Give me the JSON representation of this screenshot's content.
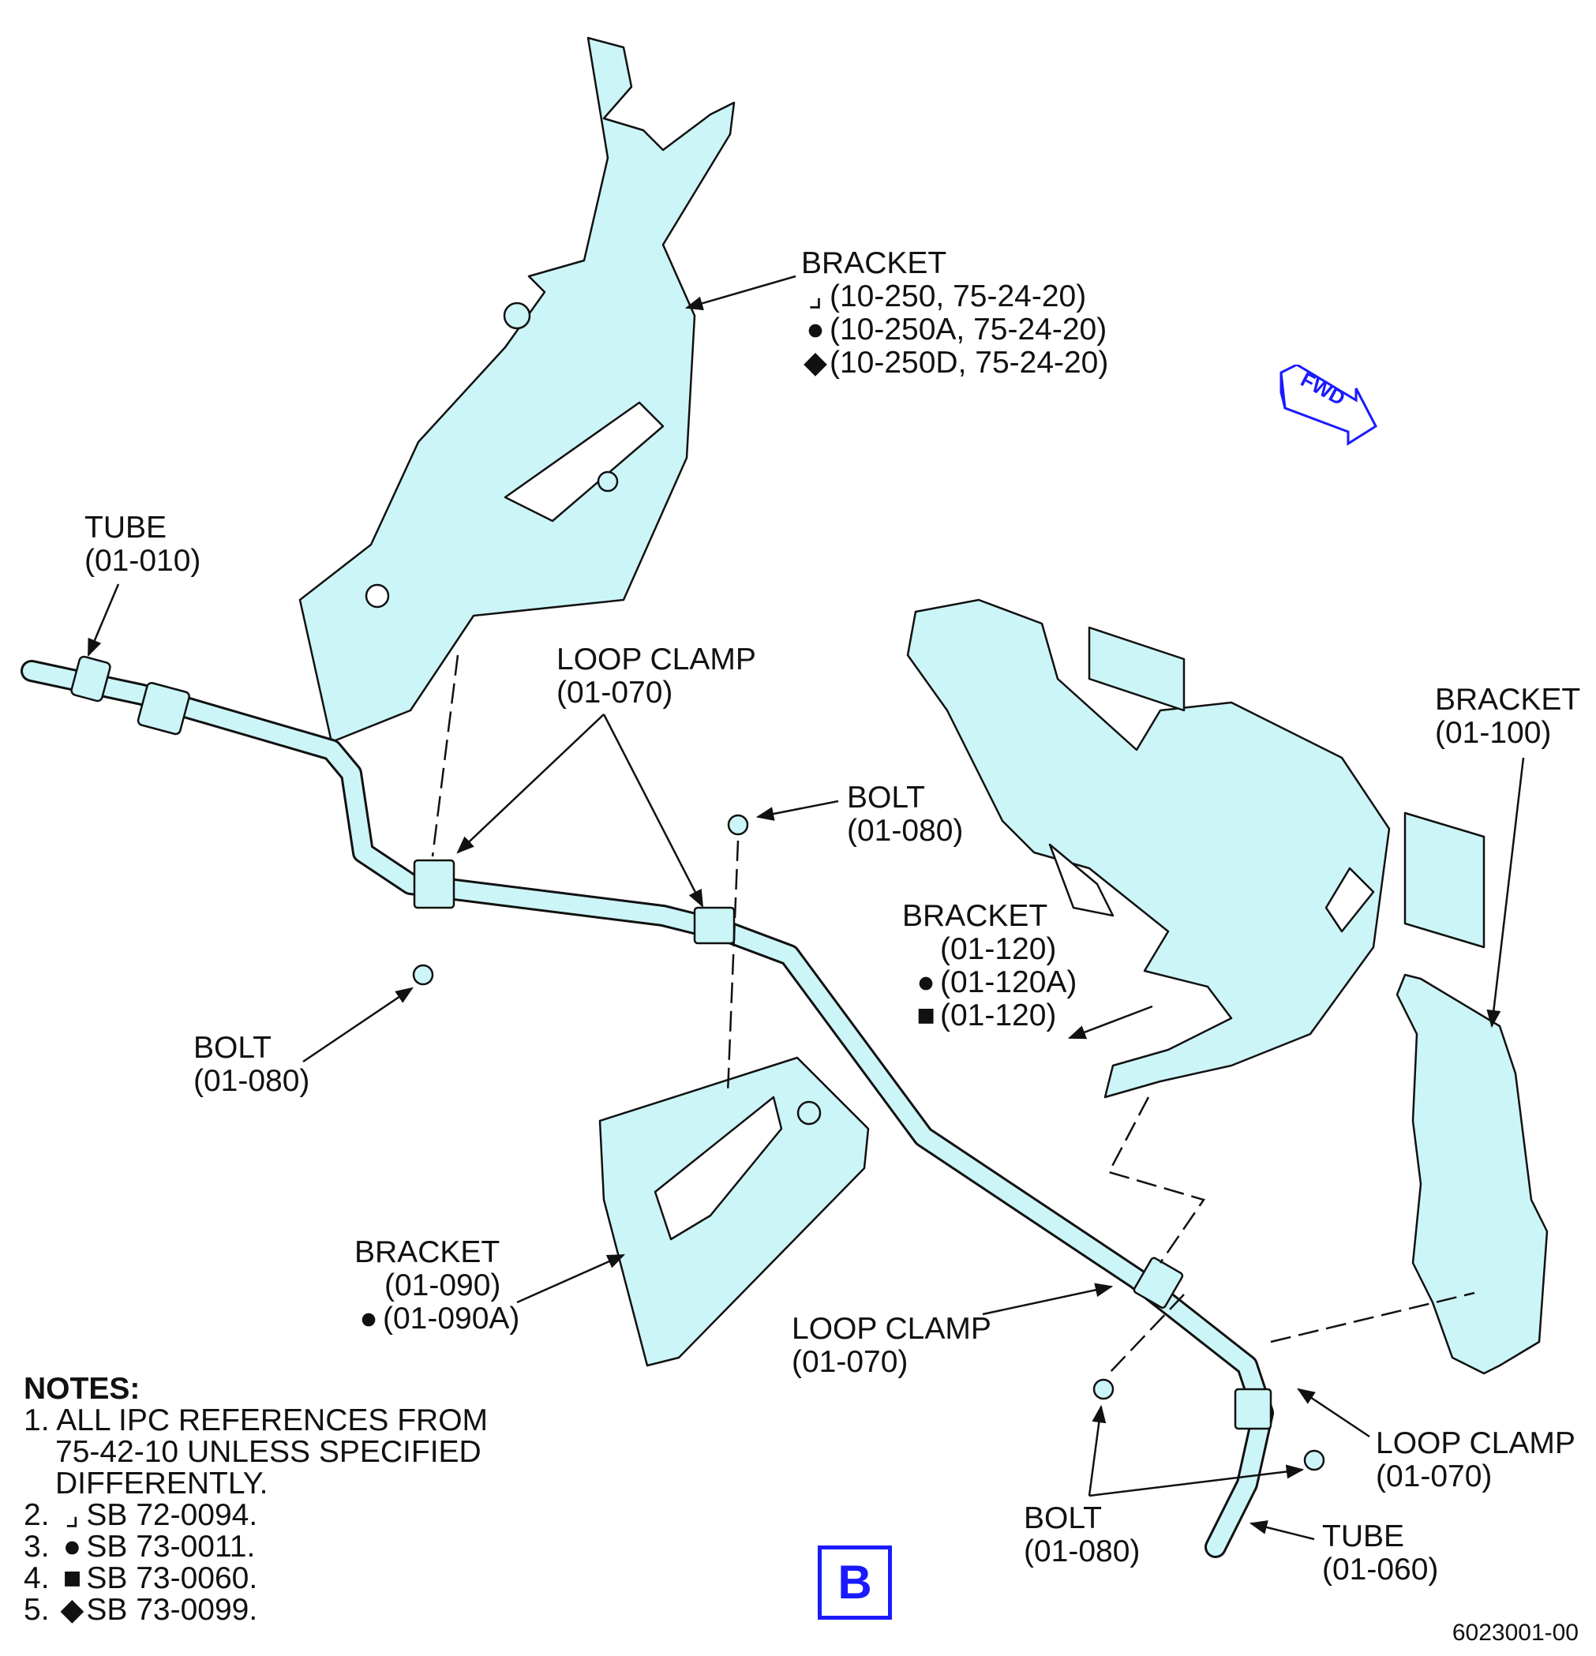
{
  "labels": {
    "bracket_top": {
      "title": "BRACKET",
      "lines": [
        {
          "sym": "flag",
          "text": "(10-250, 75-24-20)"
        },
        {
          "sym": "circle",
          "text": "(10-250A, 75-24-20)"
        },
        {
          "sym": "diamond",
          "text": "(10-250D, 75-24-20)"
        }
      ]
    },
    "tube_left": {
      "title": "TUBE",
      "ref": "(01-010)"
    },
    "loop_clamp_top": {
      "title": "LOOP CLAMP",
      "ref": "(01-070)"
    },
    "bolt_top": {
      "title": "BOLT",
      "ref": "(01-080)"
    },
    "bolt_left": {
      "title": "BOLT",
      "ref": "(01-080)"
    },
    "bracket_120": {
      "title": "BRACKET",
      "ref": "(01-120)",
      "lines": [
        {
          "sym": "circle",
          "text": "(01-120A)"
        },
        {
          "sym": "square",
          "text": "(01-120)"
        }
      ]
    },
    "bracket_100": {
      "title": "BRACKET",
      "ref": "(01-100)"
    },
    "bracket_090": {
      "title": "BRACKET",
      "ref": "(01-090)",
      "lines": [
        {
          "sym": "circle",
          "text": "(01-090A)"
        }
      ]
    },
    "loop_clamp_mid": {
      "title": "LOOP CLAMP",
      "ref": "(01-070)"
    },
    "loop_clamp_right": {
      "title": "LOOP CLAMP",
      "ref": "(01-070)"
    },
    "bolt_bottom": {
      "title": "BOLT",
      "ref": "(01-080)"
    },
    "tube_bottom": {
      "title": "TUBE",
      "ref": "(01-060)"
    }
  },
  "fwd_label": "FWD",
  "view_letter": "B",
  "drawing_number": "6023001-00",
  "notes": {
    "heading": "NOTES:",
    "items": [
      {
        "num": "1.",
        "sym": "",
        "text": "ALL IPC REFERENCES FROM",
        "cont": [
          "75-42-10 UNLESS SPECIFIED",
          "DIFFERENTLY."
        ]
      },
      {
        "num": "2.",
        "sym": "flag",
        "text": "SB 72-0094."
      },
      {
        "num": "3.",
        "sym": "circle",
        "text": "SB 73-0011."
      },
      {
        "num": "4.",
        "sym": "square",
        "text": "SB 73-0060."
      },
      {
        "num": "5.",
        "sym": "diamond",
        "text": "SB 73-0099."
      }
    ]
  },
  "colors": {
    "part_fill": "#ccf5f7",
    "line": "#111111",
    "accent": "#1a1aff"
  }
}
